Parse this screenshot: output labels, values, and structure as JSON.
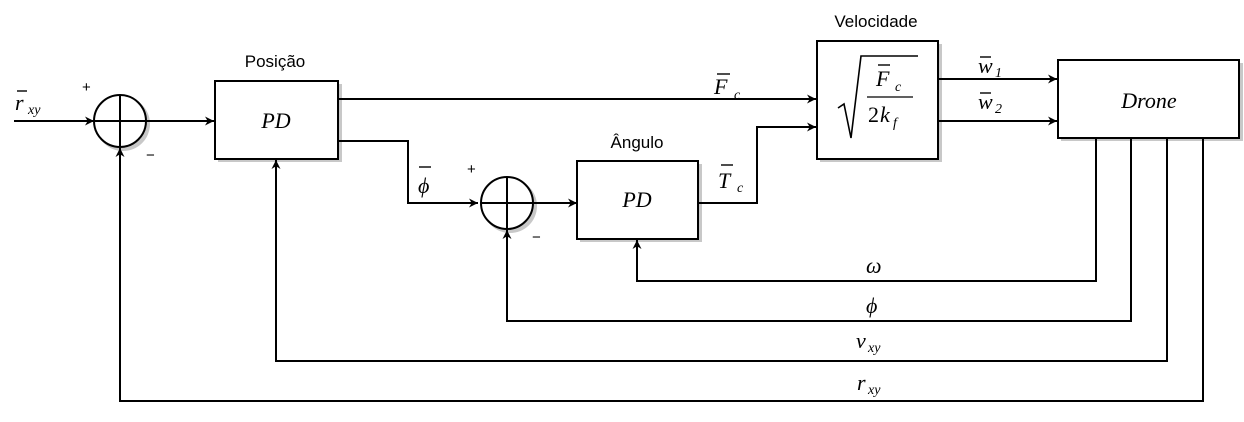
{
  "input": {
    "base": "r",
    "sub": "xy"
  },
  "blocks": {
    "posicao": {
      "caption": "Posição",
      "label": "PD"
    },
    "angulo": {
      "caption": "Ângulo",
      "label": "PD"
    },
    "velocidade": {
      "caption": "Velocidade",
      "num_base": "F",
      "num_sub": "c",
      "den_coef": "2",
      "den_base": "k",
      "den_sub": "f"
    },
    "drone": {
      "label": "Drone"
    }
  },
  "signals": {
    "fc": {
      "base": "F",
      "sub": "c"
    },
    "phi_ref": {
      "base": "ϕ"
    },
    "tc": {
      "base": "T",
      "sub": "c"
    },
    "w1": {
      "base": "w",
      "sub": "1"
    },
    "w2": {
      "base": "w",
      "sub": "2"
    }
  },
  "feedback": {
    "omega": {
      "base": "ω"
    },
    "phi": {
      "base": "ϕ"
    },
    "vxy": {
      "base": "v",
      "sub": "xy"
    },
    "rxy": {
      "base": "r",
      "sub": "xy"
    }
  },
  "signs": {
    "sum1_plus": "+",
    "sum1_minus": "−",
    "sum2_plus": "+",
    "sum2_minus": "−"
  }
}
